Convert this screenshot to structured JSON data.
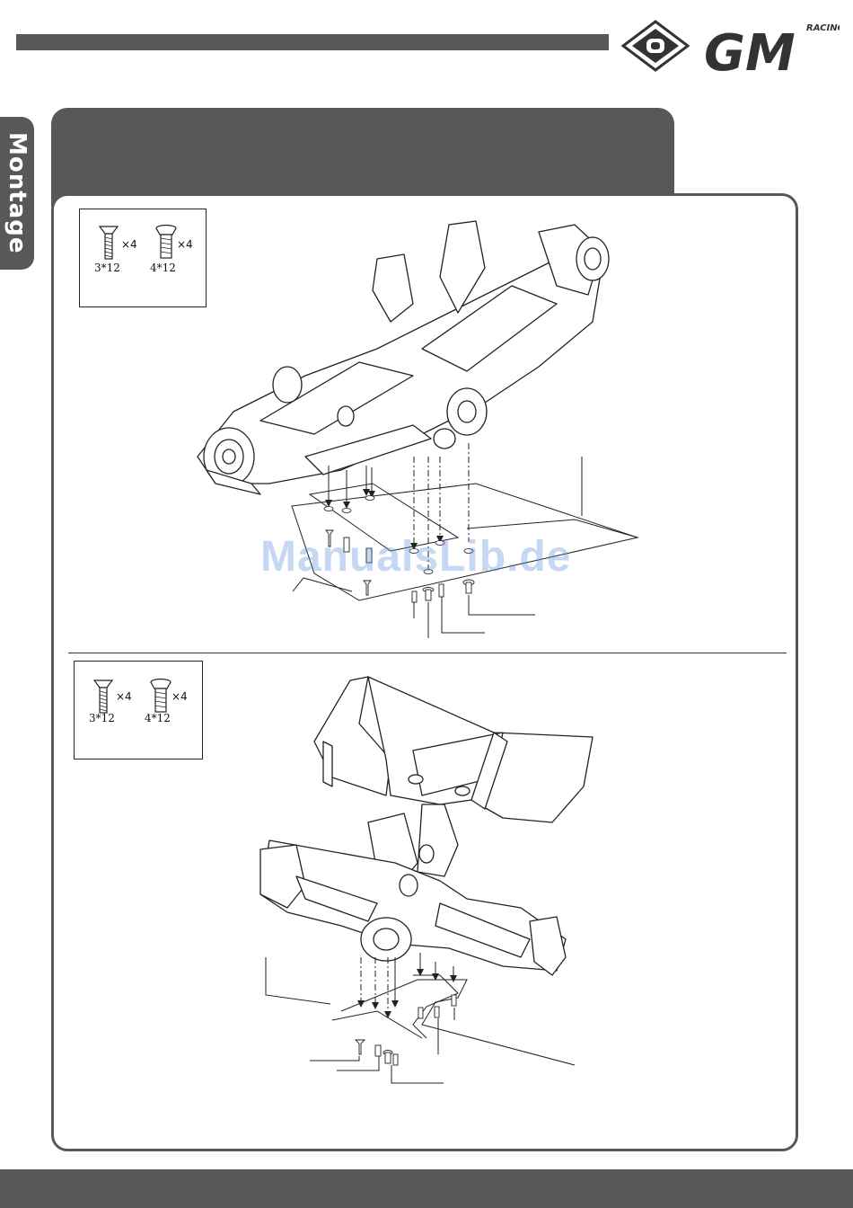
{
  "side_tab": {
    "label": "Montage"
  },
  "logo": {
    "racing_text": "RACING",
    "gm_text": "GM"
  },
  "step1": {
    "parts": [
      {
        "size": "3*12",
        "qty": "×4",
        "icon": "countersunk-screw-icon"
      },
      {
        "size": "4*12",
        "qty": "×4",
        "icon": "flanged-screw-icon"
      }
    ]
  },
  "step2": {
    "parts": [
      {
        "size": "3*12",
        "qty": "×4",
        "icon": "countersunk-screw-icon"
      },
      {
        "size": "4*12",
        "qty": "×4",
        "icon": "flanged-screw-icon"
      }
    ]
  },
  "watermark": "ManualsLib.de",
  "colors": {
    "bar": "#58585a",
    "line": "#222222",
    "watermark": "#5a8cdc"
  }
}
